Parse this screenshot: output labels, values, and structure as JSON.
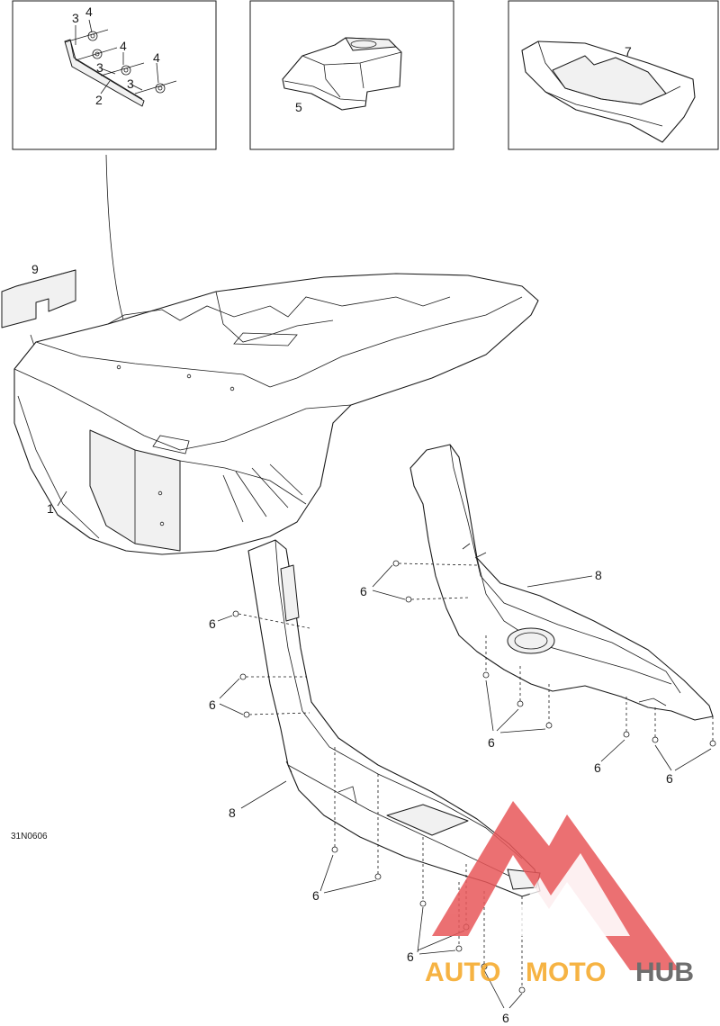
{
  "drawing_ref": "31N0606",
  "callouts": {
    "c1": "1",
    "c2": "2",
    "c3a": "3",
    "c3b": "3",
    "c3c": "3",
    "c4a": "4",
    "c4b": "4",
    "c4c": "4",
    "c5": "5",
    "c6a": "6",
    "c6b": "6",
    "c6c": "6",
    "c6d": "6",
    "c6e": "6",
    "c6f": "6",
    "c6g": "6",
    "c6h": "6",
    "c6i": "6",
    "c7": "7",
    "c8a": "8",
    "c8b": "8",
    "c9": "9"
  },
  "watermark": {
    "part1": "AUTO",
    "part2": "MOTO",
    "part3": "HUB",
    "colors": {
      "red": "#e8585a",
      "orange": "#f5a623",
      "dark": "#555555"
    }
  }
}
